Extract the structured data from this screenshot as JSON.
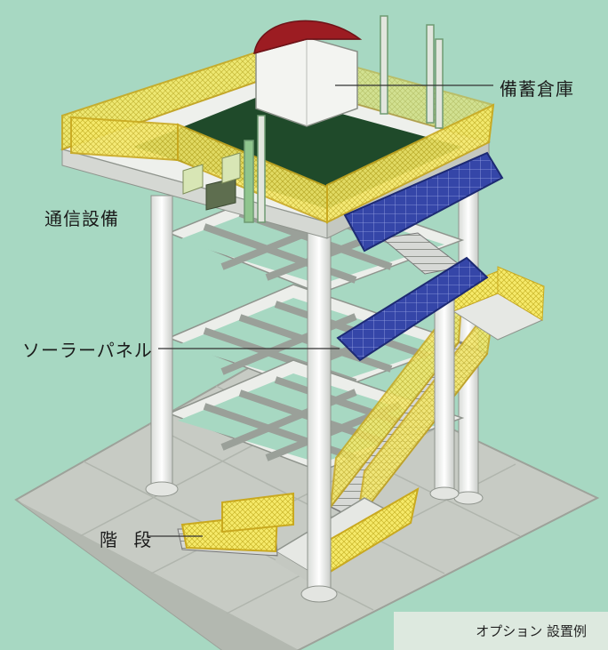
{
  "labels": {
    "storage": "備蓄倉庫",
    "communication": "通信設備",
    "solar_panel": "ソーラーパネル",
    "stairs": "階 段"
  },
  "caption": "オプション 設置例",
  "colors": {
    "background": "#a7d8c2",
    "concrete": "#c8ccc6",
    "frame": "#eef0ec",
    "railing": "#f2e04a",
    "roof_deck": "#1f4a2a",
    "warehouse_roof": "#9c1c22",
    "solar_panel": "#2e3f9e"
  }
}
